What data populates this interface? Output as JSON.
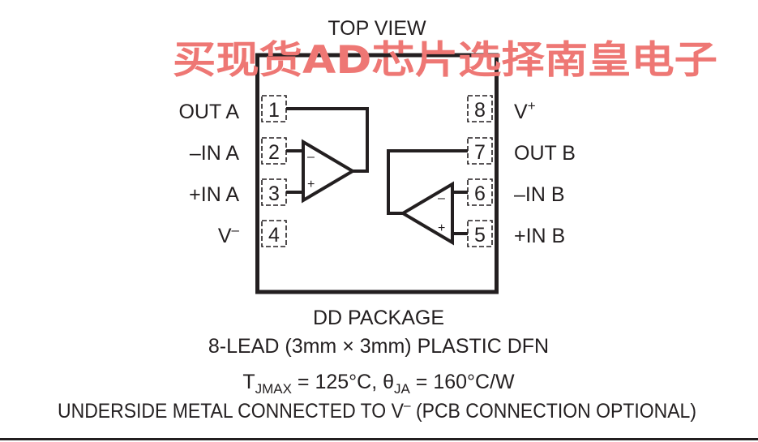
{
  "top_label": "TOP VIEW",
  "watermark": "买现货AD芯片选择南皇电子",
  "pins_left": [
    {
      "num": "1",
      "name": "OUT A"
    },
    {
      "num": "2",
      "name": "–IN A"
    },
    {
      "num": "3",
      "name": "+IN A"
    },
    {
      "num": "4",
      "name": "V",
      "sup": "–"
    }
  ],
  "pins_right": [
    {
      "num": "8",
      "name": "V",
      "sup": "+"
    },
    {
      "num": "7",
      "name": "OUT B"
    },
    {
      "num": "6",
      "name": "–IN B"
    },
    {
      "num": "5",
      "name": "+IN B"
    }
  ],
  "amp_a": {
    "minus": "–",
    "plus": "+"
  },
  "amp_b": {
    "minus": "–",
    "plus": "+"
  },
  "package_line1": "DD PACKAGE",
  "package_line2": "8-LEAD (3mm × 3mm) PLASTIC DFN",
  "thermal": {
    "t_prefix": "T",
    "t_sub": "JMAX",
    "t_rest": " = 125°C, ",
    "theta": "θ",
    "theta_sub": "JA",
    "theta_rest": " = 160°C/W"
  },
  "underside": {
    "pre": "UNDERSIDE METAL CONNECTED TO V",
    "sup": "–",
    "post": " (PCB CONNECTION OPTIONAL)"
  }
}
